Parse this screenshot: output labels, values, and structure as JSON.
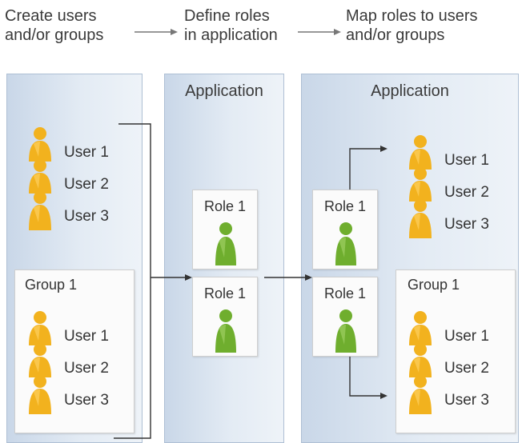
{
  "steps": [
    {
      "text": "Create users\nand/or groups"
    },
    {
      "text": "Define roles\nin application"
    },
    {
      "text": "Map roles to users\nand/or groups"
    }
  ],
  "panels": {
    "middle": {
      "title": "Application"
    },
    "right": {
      "title": "Application"
    }
  },
  "left": {
    "users": [
      "User 1",
      "User 2",
      "User 3"
    ],
    "group": {
      "label": "Group 1",
      "users": [
        "User 1",
        "User 2",
        "User 3"
      ]
    }
  },
  "middle": {
    "roles": [
      "Role 1",
      "Role 1"
    ]
  },
  "right": {
    "roles": [
      "Role 1",
      "Role 1"
    ],
    "users": [
      "User 1",
      "User 2",
      "User 3"
    ],
    "group": {
      "label": "Group 1",
      "users": [
        "User 1",
        "User 2",
        "User 3"
      ]
    }
  },
  "colors": {
    "user_icon": "#f2b21e",
    "role_icon": "#6fae2e",
    "panel_border": "#aebfd4",
    "connector": "#333333"
  }
}
